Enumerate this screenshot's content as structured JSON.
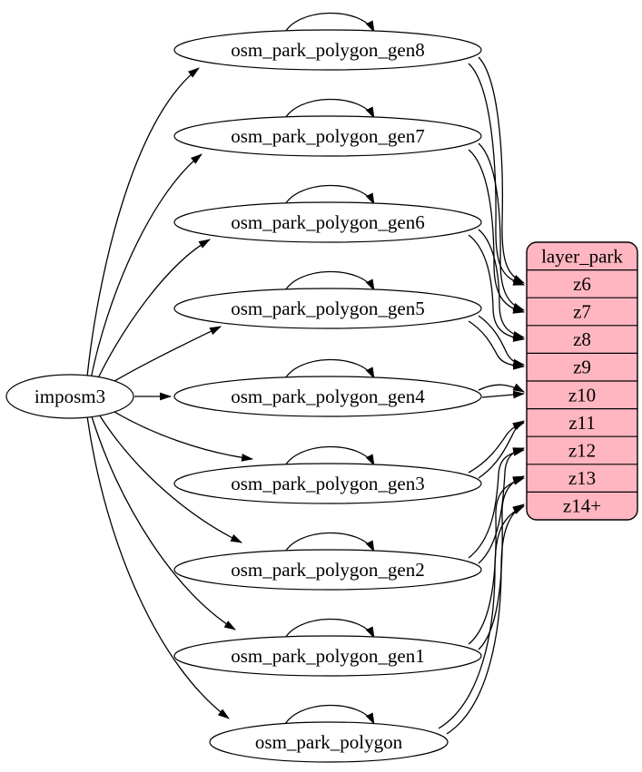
{
  "diagram": {
    "kind": "etl-dependency-graph",
    "background_color": "#ffffff",
    "edge_color": "#000000",
    "node_fill_color": "#ffffff",
    "node_stroke_color": "#000000",
    "text_color": "#000000",
    "source": {
      "label": "imposm3"
    },
    "tables": [
      {
        "label": "osm_park_polygon_gen8",
        "self_loop": true,
        "maps_to": "z6"
      },
      {
        "label": "osm_park_polygon_gen7",
        "self_loop": true,
        "maps_to": "z7"
      },
      {
        "label": "osm_park_polygon_gen6",
        "self_loop": true,
        "maps_to": "z8"
      },
      {
        "label": "osm_park_polygon_gen5",
        "self_loop": true,
        "maps_to": "z9"
      },
      {
        "label": "osm_park_polygon_gen4",
        "self_loop": true,
        "maps_to": "z10"
      },
      {
        "label": "osm_park_polygon_gen3",
        "self_loop": true,
        "maps_to": "z11"
      },
      {
        "label": "osm_park_polygon_gen2",
        "self_loop": true,
        "maps_to": "z12"
      },
      {
        "label": "osm_park_polygon_gen1",
        "self_loop": true,
        "maps_to": "z13"
      },
      {
        "label": "osm_park_polygon",
        "self_loop": true,
        "maps_to": "z14+"
      }
    ],
    "layer_table": {
      "title": "layer_park",
      "fill_color": "#ffb6c1",
      "rows": [
        {
          "label": "z6"
        },
        {
          "label": "z7"
        },
        {
          "label": "z8"
        },
        {
          "label": "z9"
        },
        {
          "label": "z10"
        },
        {
          "label": "z11"
        },
        {
          "label": "z12"
        },
        {
          "label": "z13"
        },
        {
          "label": "z14+"
        }
      ]
    },
    "edges": [
      {
        "from": "imposm3",
        "to": "osm_park_polygon_gen8"
      },
      {
        "from": "imposm3",
        "to": "osm_park_polygon_gen7"
      },
      {
        "from": "imposm3",
        "to": "osm_park_polygon_gen6"
      },
      {
        "from": "imposm3",
        "to": "osm_park_polygon_gen5"
      },
      {
        "from": "imposm3",
        "to": "osm_park_polygon_gen4"
      },
      {
        "from": "imposm3",
        "to": "osm_park_polygon_gen3"
      },
      {
        "from": "imposm3",
        "to": "osm_park_polygon_gen2"
      },
      {
        "from": "imposm3",
        "to": "osm_park_polygon_gen1"
      },
      {
        "from": "imposm3",
        "to": "osm_park_polygon"
      },
      {
        "from": "osm_park_polygon_gen8",
        "to": "osm_park_polygon_gen8",
        "type": "self-loop"
      },
      {
        "from": "osm_park_polygon_gen7",
        "to": "osm_park_polygon_gen7",
        "type": "self-loop"
      },
      {
        "from": "osm_park_polygon_gen6",
        "to": "osm_park_polygon_gen6",
        "type": "self-loop"
      },
      {
        "from": "osm_park_polygon_gen5",
        "to": "osm_park_polygon_gen5",
        "type": "self-loop"
      },
      {
        "from": "osm_park_polygon_gen4",
        "to": "osm_park_polygon_gen4",
        "type": "self-loop"
      },
      {
        "from": "osm_park_polygon_gen3",
        "to": "osm_park_polygon_gen3",
        "type": "self-loop"
      },
      {
        "from": "osm_park_polygon_gen2",
        "to": "osm_park_polygon_gen2",
        "type": "self-loop"
      },
      {
        "from": "osm_park_polygon_gen1",
        "to": "osm_park_polygon_gen1",
        "type": "self-loop"
      },
      {
        "from": "osm_park_polygon",
        "to": "osm_park_polygon",
        "type": "self-loop"
      },
      {
        "from": "osm_park_polygon_gen8",
        "to": "layer_park:z6",
        "count": 2
      },
      {
        "from": "osm_park_polygon_gen7",
        "to": "layer_park:z7",
        "count": 2
      },
      {
        "from": "osm_park_polygon_gen6",
        "to": "layer_park:z8",
        "count": 2
      },
      {
        "from": "osm_park_polygon_gen5",
        "to": "layer_park:z9",
        "count": 2
      },
      {
        "from": "osm_park_polygon_gen4",
        "to": "layer_park:z10",
        "count": 2
      },
      {
        "from": "osm_park_polygon_gen3",
        "to": "layer_park:z11",
        "count": 2
      },
      {
        "from": "osm_park_polygon_gen2",
        "to": "layer_park:z12",
        "count": 2
      },
      {
        "from": "osm_park_polygon_gen1",
        "to": "layer_park:z13",
        "count": 2
      },
      {
        "from": "osm_park_polygon",
        "to": "layer_park:z14+",
        "count": 2
      }
    ]
  }
}
